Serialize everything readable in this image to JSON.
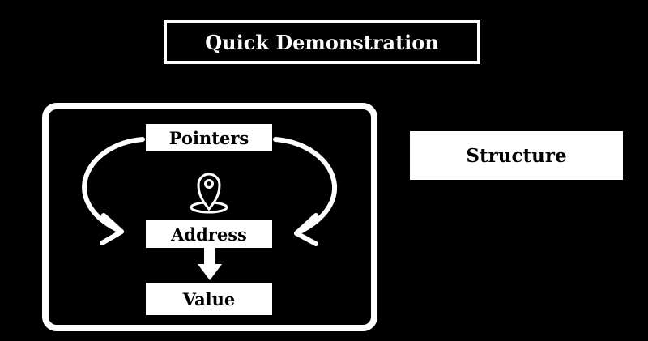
{
  "title": "Quick Demonstration",
  "diagram": {
    "pointers_label": "Pointers",
    "address_label": "Address",
    "value_label": "Value",
    "structure_label": "Structure",
    "location_icon": "map-pin-icon"
  }
}
